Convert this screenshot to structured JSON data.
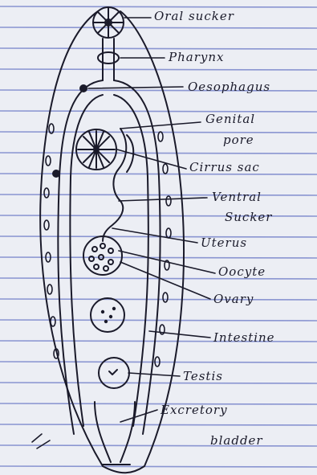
{
  "page": {
    "paper_color": "#eceef4",
    "rule_color": "#6a78c6",
    "ink_color": "#1a1a2a"
  },
  "labels": [
    {
      "id": "oral-sucker",
      "text": "Oral sucker"
    },
    {
      "id": "pharynx",
      "text": "Pharynx"
    },
    {
      "id": "oesophagus",
      "text": "Oesophagus"
    },
    {
      "id": "genital-pore-1",
      "text": "Genital"
    },
    {
      "id": "genital-pore-2",
      "text": "pore"
    },
    {
      "id": "cirrus-sac",
      "text": "Cirrus sac"
    },
    {
      "id": "ventral-sucker-1",
      "text": "Ventral"
    },
    {
      "id": "ventral-sucker-2",
      "text": "Sucker"
    },
    {
      "id": "uterus",
      "text": "Uterus"
    },
    {
      "id": "oocyte",
      "text": "Oocyte"
    },
    {
      "id": "ovary",
      "text": "Ovary"
    },
    {
      "id": "intestine",
      "text": "Intestine"
    },
    {
      "id": "testis",
      "text": "Testis"
    },
    {
      "id": "excretory-bladder-1",
      "text": "Excretory"
    },
    {
      "id": "excretory-bladder-2",
      "text": "bladder"
    }
  ]
}
